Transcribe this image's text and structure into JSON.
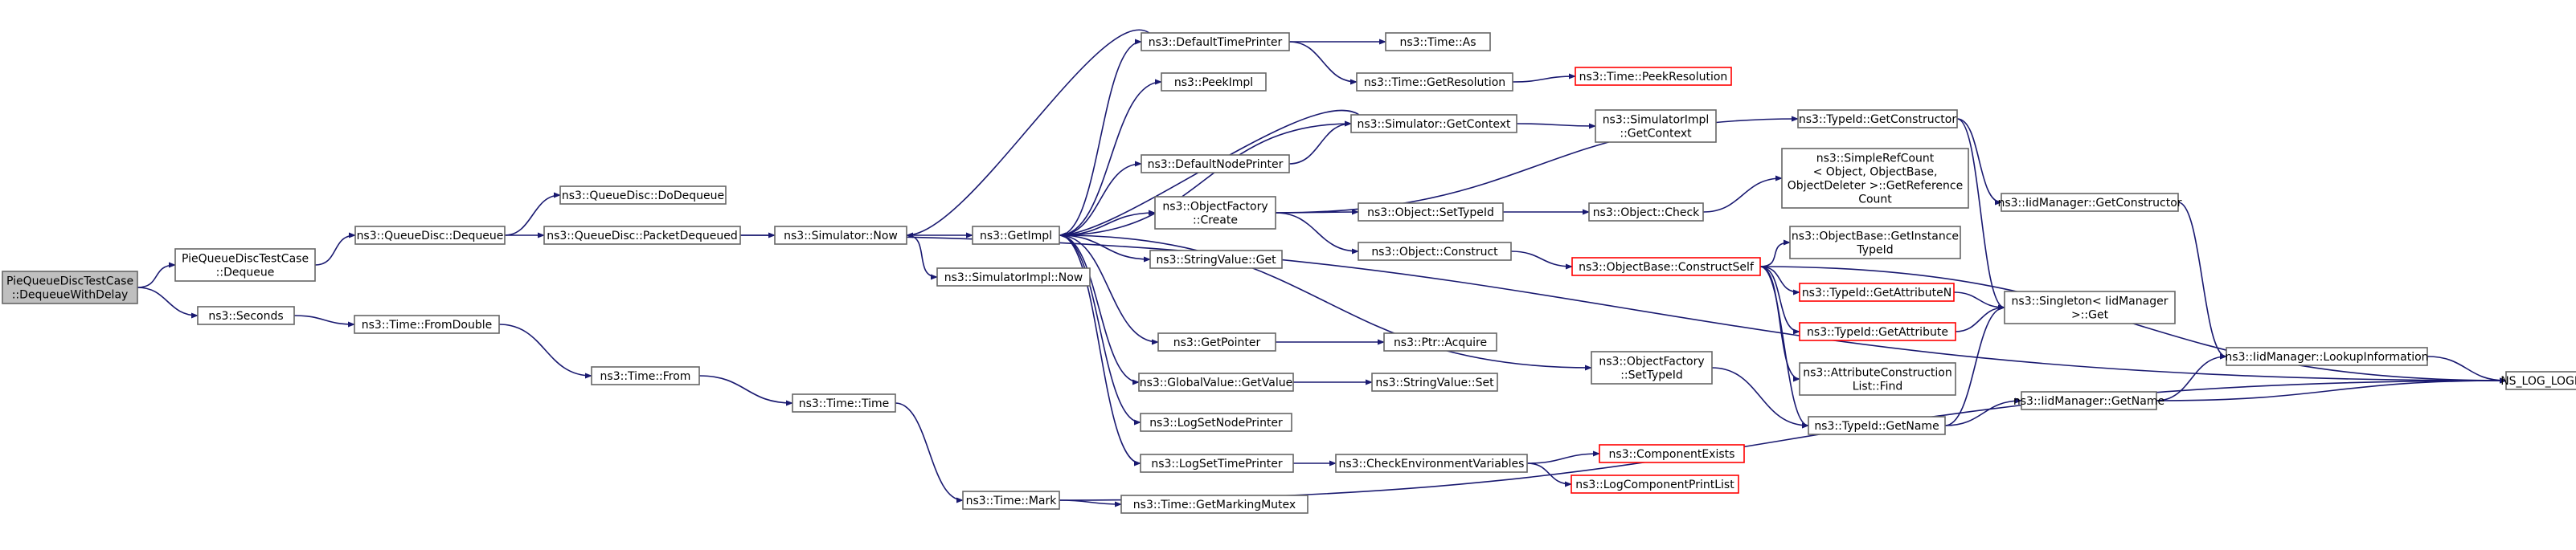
{
  "graph": {
    "nodes": [
      {
        "id": "root",
        "lines": [
          "PieQueueDiscTestCase",
          "::DequeueWithDelay"
        ],
        "style": "root"
      },
      {
        "id": "pie_dequeue",
        "lines": [
          "PieQueueDiscTestCase",
          "::Dequeue"
        ]
      },
      {
        "id": "seconds",
        "lines": [
          "ns3::Seconds"
        ]
      },
      {
        "id": "qd_dequeue",
        "lines": [
          "ns3::QueueDisc::Dequeue"
        ]
      },
      {
        "id": "qd_dodequeue",
        "lines": [
          "ns3::QueueDisc::DoDequeue"
        ]
      },
      {
        "id": "qd_packetdequeued",
        "lines": [
          "ns3::QueueDisc::PacketDequeued"
        ]
      },
      {
        "id": "time_fromdouble",
        "lines": [
          "ns3::Time::FromDouble"
        ]
      },
      {
        "id": "time_from",
        "lines": [
          "ns3::Time::From"
        ]
      },
      {
        "id": "time_time",
        "lines": [
          "ns3::Time::Time"
        ]
      },
      {
        "id": "time_mark",
        "lines": [
          "ns3::Time::Mark"
        ]
      },
      {
        "id": "sim_now",
        "lines": [
          "ns3::Simulator::Now"
        ]
      },
      {
        "id": "getimpl",
        "lines": [
          "ns3::GetImpl"
        ]
      },
      {
        "id": "simimpl_now",
        "lines": [
          "ns3::SimulatorImpl::Now"
        ]
      },
      {
        "id": "defaulttimeprinter",
        "lines": [
          "ns3::DefaultTimePrinter"
        ]
      },
      {
        "id": "peekimpl",
        "lines": [
          "ns3::PeekImpl"
        ]
      },
      {
        "id": "defaultnodeprinter",
        "lines": [
          "ns3::DefaultNodePrinter"
        ]
      },
      {
        "id": "objectfactory_create",
        "lines": [
          "ns3::ObjectFactory",
          "::Create"
        ]
      },
      {
        "id": "stringvalue_get",
        "lines": [
          "ns3::StringValue::Get"
        ]
      },
      {
        "id": "getpointer",
        "lines": [
          "ns3::GetPointer"
        ]
      },
      {
        "id": "globalvalue_getvalue",
        "lines": [
          "ns3::GlobalValue::GetValue"
        ]
      },
      {
        "id": "logsetnodeprinter",
        "lines": [
          "ns3::LogSetNodePrinter"
        ]
      },
      {
        "id": "logsettimeprinter",
        "lines": [
          "ns3::LogSetTimePrinter"
        ]
      },
      {
        "id": "time_getmarkingmutex",
        "lines": [
          "ns3::Time::GetMarkingMutex"
        ]
      },
      {
        "id": "time_as",
        "lines": [
          "ns3::Time::As"
        ]
      },
      {
        "id": "time_getresolution",
        "lines": [
          "ns3::Time::GetResolution"
        ]
      },
      {
        "id": "time_peekresolution",
        "lines": [
          "ns3::Time::PeekResolution"
        ],
        "style": "truncated"
      },
      {
        "id": "sim_getcontext",
        "lines": [
          "ns3::Simulator::GetContext"
        ]
      },
      {
        "id": "simimpl_getcontext",
        "lines": [
          "ns3::SimulatorImpl",
          "::GetContext"
        ]
      },
      {
        "id": "object_settypeid",
        "lines": [
          "ns3::Object::SetTypeId"
        ]
      },
      {
        "id": "object_check",
        "lines": [
          "ns3::Object::Check"
        ]
      },
      {
        "id": "object_construct",
        "lines": [
          "ns3::Object::Construct"
        ]
      },
      {
        "id": "ptr_acquire",
        "lines": [
          "ns3::Ptr::Acquire"
        ]
      },
      {
        "id": "stringvalue_set",
        "lines": [
          "ns3::StringValue::Set"
        ]
      },
      {
        "id": "checkenvvars",
        "lines": [
          "ns3::CheckEnvironmentVariables"
        ]
      },
      {
        "id": "componentexists",
        "lines": [
          "ns3::ComponentExists"
        ],
        "style": "truncated"
      },
      {
        "id": "logcomponentprintlist",
        "lines": [
          "ns3::LogComponentPrintList"
        ],
        "style": "truncated"
      },
      {
        "id": "typeid_getconstructor",
        "lines": [
          "ns3::TypeId::GetConstructor"
        ]
      },
      {
        "id": "simplerefcount",
        "lines": [
          "ns3::SimpleRefCount",
          "< Object, ObjectBase,",
          "ObjectDeleter >::GetReference",
          "Count"
        ]
      },
      {
        "id": "objectbase_getinstancetypeid",
        "lines": [
          "ns3::ObjectBase::GetInstance",
          "TypeId"
        ]
      },
      {
        "id": "objectbase_constructself",
        "lines": [
          "ns3::ObjectBase::ConstructSelf"
        ],
        "style": "truncated"
      },
      {
        "id": "typeid_getattributen",
        "lines": [
          "ns3::TypeId::GetAttributeN"
        ],
        "style": "truncated"
      },
      {
        "id": "typeid_getattribute",
        "lines": [
          "ns3::TypeId::GetAttribute"
        ],
        "style": "truncated"
      },
      {
        "id": "attrconstructionlist_find",
        "lines": [
          "ns3::AttributeConstruction",
          "List::Find"
        ]
      },
      {
        "id": "objectfactory_settypeid",
        "lines": [
          "ns3::ObjectFactory",
          "::SetTypeId"
        ]
      },
      {
        "id": "typeid_getname",
        "lines": [
          "ns3::TypeId::GetName"
        ]
      },
      {
        "id": "singleton_get",
        "lines": [
          "ns3::Singleton< IidManager",
          ">::Get"
        ]
      },
      {
        "id": "iidmanager_getconstructor",
        "lines": [
          "ns3::IidManager::GetConstructor"
        ]
      },
      {
        "id": "iidmanager_lookupinformation",
        "lines": [
          "ns3::IidManager::LookupInformation"
        ]
      },
      {
        "id": "iidmanager_getname",
        "lines": [
          "ns3::IidManager::GetName"
        ]
      },
      {
        "id": "ns_log_logic",
        "lines": [
          "NS_LOG_LOGIC"
        ]
      }
    ],
    "edges": [
      [
        "root",
        "pie_dequeue"
      ],
      [
        "root",
        "seconds"
      ],
      [
        "pie_dequeue",
        "qd_dequeue"
      ],
      [
        "qd_dequeue",
        "qd_dodequeue"
      ],
      [
        "qd_dequeue",
        "qd_packetdequeued"
      ],
      [
        "qd_packetdequeued",
        "sim_now"
      ],
      [
        "qd_packetdequeued",
        "ns_log_logic"
      ],
      [
        "seconds",
        "time_fromdouble"
      ],
      [
        "time_fromdouble",
        "time_from"
      ],
      [
        "time_from",
        "time_time"
      ],
      [
        "time_time",
        "time_mark"
      ],
      [
        "time_mark",
        "time_getmarkingmutex"
      ],
      [
        "time_mark",
        "ns_log_logic"
      ],
      [
        "sim_now",
        "getimpl"
      ],
      [
        "sim_now",
        "simimpl_now"
      ],
      [
        "getimpl",
        "defaulttimeprinter"
      ],
      [
        "getimpl",
        "peekimpl"
      ],
      [
        "getimpl",
        "sim_getcontext"
      ],
      [
        "getimpl",
        "defaultnodeprinter"
      ],
      [
        "getimpl",
        "objectfactory_create"
      ],
      [
        "getimpl",
        "stringvalue_get"
      ],
      [
        "getimpl",
        "objectfactory_settypeid"
      ],
      [
        "getimpl",
        "getpointer"
      ],
      [
        "getimpl",
        "globalvalue_getvalue"
      ],
      [
        "getimpl",
        "logsetnodeprinter"
      ],
      [
        "getimpl",
        "logsettimeprinter"
      ],
      [
        "defaulttimeprinter",
        "sim_now"
      ],
      [
        "defaulttimeprinter",
        "time_as"
      ],
      [
        "defaulttimeprinter",
        "time_getresolution"
      ],
      [
        "time_getresolution",
        "time_peekresolution"
      ],
      [
        "defaultnodeprinter",
        "sim_getcontext"
      ],
      [
        "sim_getcontext",
        "getimpl"
      ],
      [
        "sim_getcontext",
        "simimpl_getcontext"
      ],
      [
        "objectfactory_create",
        "typeid_getconstructor"
      ],
      [
        "objectfactory_create",
        "object_settypeid"
      ],
      [
        "objectfactory_create",
        "object_construct"
      ],
      [
        "object_settypeid",
        "object_check"
      ],
      [
        "object_check",
        "simplerefcount"
      ],
      [
        "object_construct",
        "objectbase_constructself"
      ],
      [
        "objectbase_constructself",
        "objectbase_getinstancetypeid"
      ],
      [
        "objectbase_constructself",
        "typeid_getattributen"
      ],
      [
        "objectbase_constructself",
        "typeid_getattribute"
      ],
      [
        "objectbase_constructself",
        "attrconstructionlist_find"
      ],
      [
        "objectbase_constructself",
        "typeid_getname"
      ],
      [
        "objectbase_constructself",
        "ns_log_logic"
      ],
      [
        "typeid_getattributen",
        "singleton_get"
      ],
      [
        "typeid_getattribute",
        "singleton_get"
      ],
      [
        "typeid_getconstructor",
        "singleton_get"
      ],
      [
        "typeid_getconstructor",
        "iidmanager_getconstructor"
      ],
      [
        "iidmanager_getconstructor",
        "iidmanager_lookupinformation"
      ],
      [
        "objectfactory_settypeid",
        "typeid_getname"
      ],
      [
        "typeid_getname",
        "singleton_get"
      ],
      [
        "typeid_getname",
        "iidmanager_getname"
      ],
      [
        "iidmanager_getname",
        "iidmanager_lookupinformation"
      ],
      [
        "iidmanager_getname",
        "ns_log_logic"
      ],
      [
        "iidmanager_lookupinformation",
        "ns_log_logic"
      ],
      [
        "getpointer",
        "ptr_acquire"
      ],
      [
        "globalvalue_getvalue",
        "stringvalue_set"
      ],
      [
        "logsettimeprinter",
        "checkenvvars"
      ],
      [
        "checkenvvars",
        "componentexists"
      ],
      [
        "checkenvvars",
        "logcomponentprintlist"
      ]
    ],
    "colors": {
      "edge": "#191970",
      "box_border": "#666666",
      "root_fill": "#bfbfbf",
      "truncated_border": "#ff0000"
    }
  }
}
